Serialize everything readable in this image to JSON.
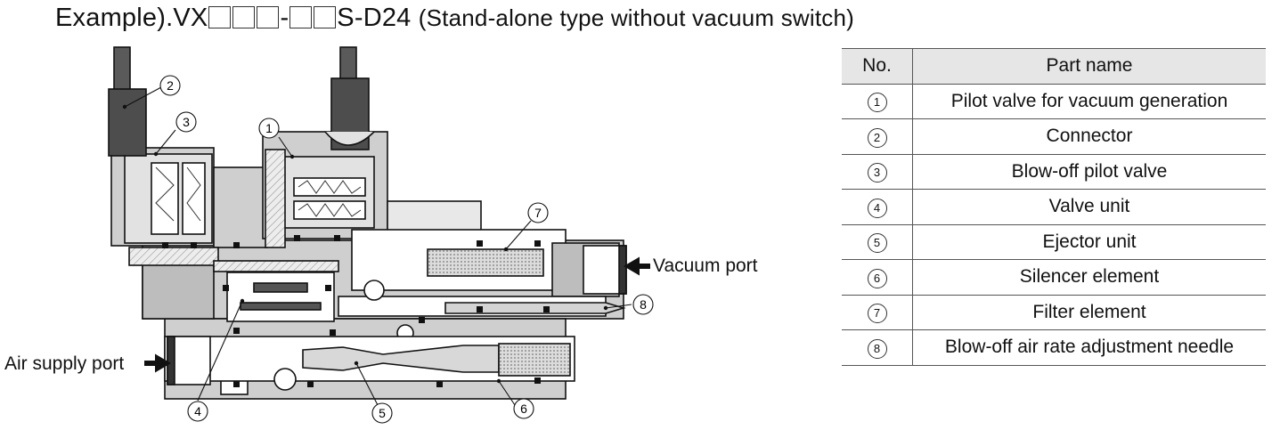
{
  "title": {
    "prefix": "Example).VX",
    "hyphen": "-",
    "suffix": "S-D24",
    "description": "(Stand-alone type without vacuum switch)"
  },
  "ports": {
    "vacuum": "Vacuum port",
    "air_supply": "Air supply port"
  },
  "callouts": [
    "1",
    "2",
    "3",
    "4",
    "5",
    "6",
    "7",
    "8"
  ],
  "table": {
    "headers": [
      "No.",
      "Part name"
    ],
    "rows": [
      {
        "no": "1",
        "name": "Pilot valve for vacuum generation"
      },
      {
        "no": "2",
        "name": "Connector"
      },
      {
        "no": "3",
        "name": "Blow-off pilot valve"
      },
      {
        "no": "4",
        "name": "Valve unit"
      },
      {
        "no": "5",
        "name": "Ejector unit"
      },
      {
        "no": "6",
        "name": "Silencer element"
      },
      {
        "no": "7",
        "name": "Filter element"
      },
      {
        "no": "8",
        "name": "Blow-off air rate adjustment needle"
      }
    ]
  }
}
